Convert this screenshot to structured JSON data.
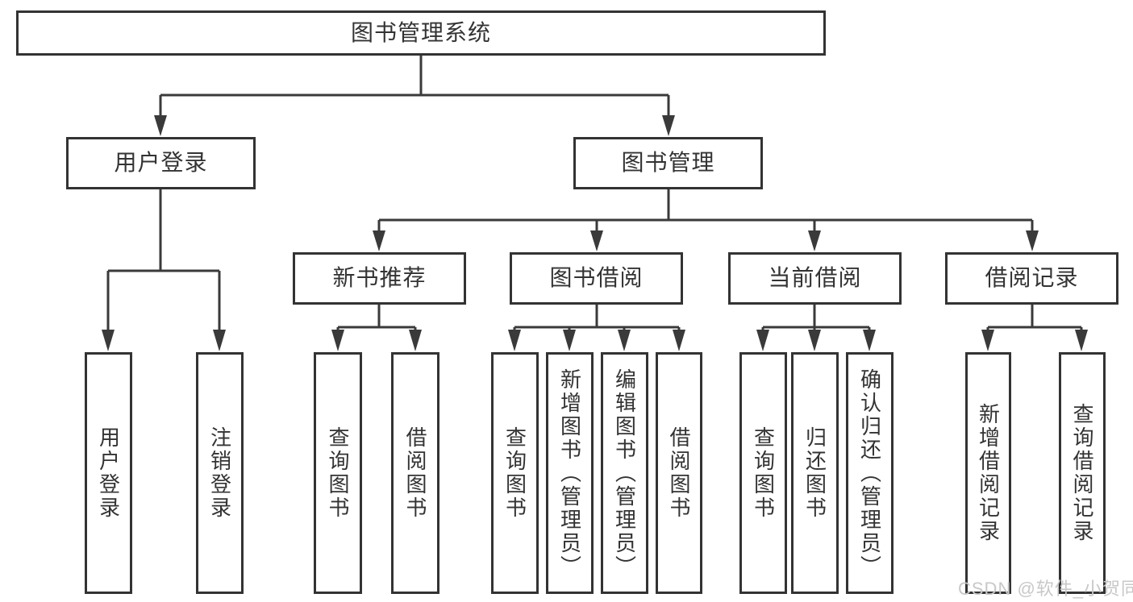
{
  "diagram": {
    "root": {
      "label": "图书管理系统",
      "children": [
        {
          "label": "用户登录",
          "children": [
            {
              "label": "用户登录"
            },
            {
              "label": "注销登录"
            }
          ]
        },
        {
          "label": "图书管理",
          "children": [
            {
              "label": "新书推荐",
              "children": [
                {
                  "label": "查询图书"
                },
                {
                  "label": "借阅图书"
                }
              ]
            },
            {
              "label": "图书借阅",
              "children": [
                {
                  "label": "查询图书"
                },
                {
                  "label": "新增图书（管理员）"
                },
                {
                  "label": "编辑图书（管理员）"
                },
                {
                  "label": "借阅图书"
                }
              ]
            },
            {
              "label": "当前借阅",
              "children": [
                {
                  "label": "查询图书"
                },
                {
                  "label": "归还图书"
                },
                {
                  "label": "确认归还（管理员）"
                }
              ]
            },
            {
              "label": "借阅记录",
              "children": [
                {
                  "label": "新增借阅记录"
                },
                {
                  "label": "查询借阅记录"
                }
              ]
            }
          ]
        }
      ]
    }
  },
  "watermark": {
    "text": "CSDN @软件_小贺同学"
  },
  "colors": {
    "line": "#3a3a3a",
    "border": "#333333",
    "text": "#333333",
    "watermark": "#c8c8c8",
    "background": "#ffffff"
  }
}
